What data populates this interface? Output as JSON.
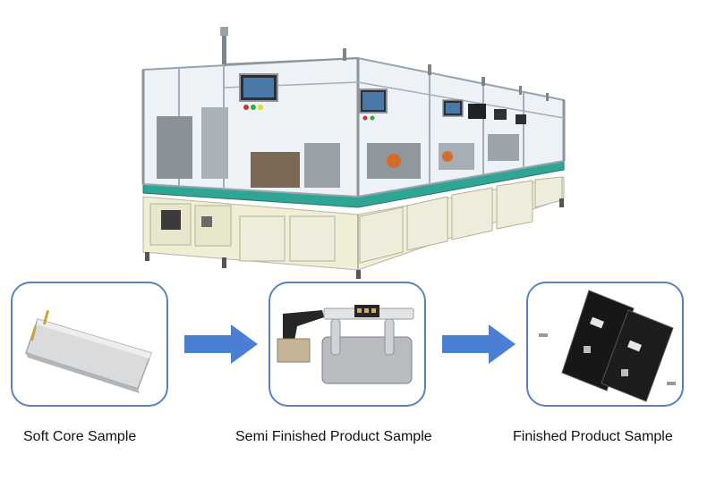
{
  "captions": {
    "soft_core": "Soft Core Sample",
    "semi_finished": "Semi Finished Product Sample",
    "finished": "Finished Product Sample"
  },
  "colors": {
    "box_border": "#5a82c0",
    "arrow_fill": "#4a7fd4",
    "machine_base": "#f0efd6",
    "conveyor": "#2fa593"
  }
}
